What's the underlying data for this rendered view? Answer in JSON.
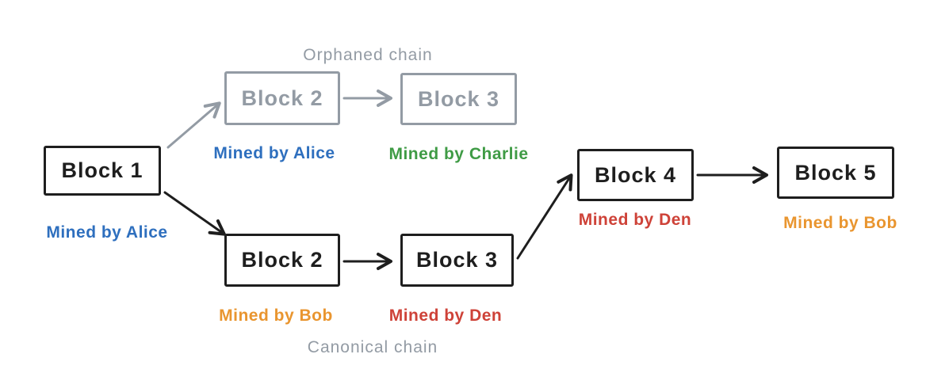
{
  "colors": {
    "ink": "#1e1e1e",
    "gray": "#939ba4",
    "blue": "#2e6fbe",
    "green": "#3f9b45",
    "orange": "#e9952f",
    "red": "#ce4238"
  },
  "genesis": {
    "label": "Block 1",
    "miner": "Mined by Alice",
    "miner_color": "blue"
  },
  "orphaned": {
    "label": "Orphaned chain",
    "blocks": [
      {
        "label": "Block 2",
        "miner": "Mined by Alice",
        "miner_color": "blue"
      },
      {
        "label": "Block 3",
        "miner": "Mined by Charlie",
        "miner_color": "green"
      }
    ]
  },
  "canonical": {
    "label": "Canonical chain",
    "blocks": [
      {
        "label": "Block 2",
        "miner": "Mined by Bob",
        "miner_color": "orange"
      },
      {
        "label": "Block 3",
        "miner": "Mined by Den",
        "miner_color": "red"
      },
      {
        "label": "Block 4",
        "miner": "Mined by Den",
        "miner_color": "red"
      },
      {
        "label": "Block 5",
        "miner": "Mined by Bob",
        "miner_color": "orange"
      }
    ]
  }
}
